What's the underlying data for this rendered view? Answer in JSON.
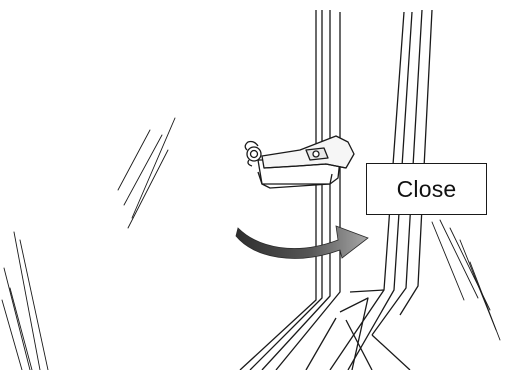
{
  "diagram": {
    "callout_label": "Close",
    "colors": {
      "line": "#1a1a1a",
      "arrow_dark": "#3a3a3a",
      "arrow_light": "#9a9a9a",
      "background": "#ffffff"
    },
    "parts": [
      "window-glass",
      "door-pillar-frame",
      "window-latch",
      "close-direction-arrow"
    ]
  }
}
